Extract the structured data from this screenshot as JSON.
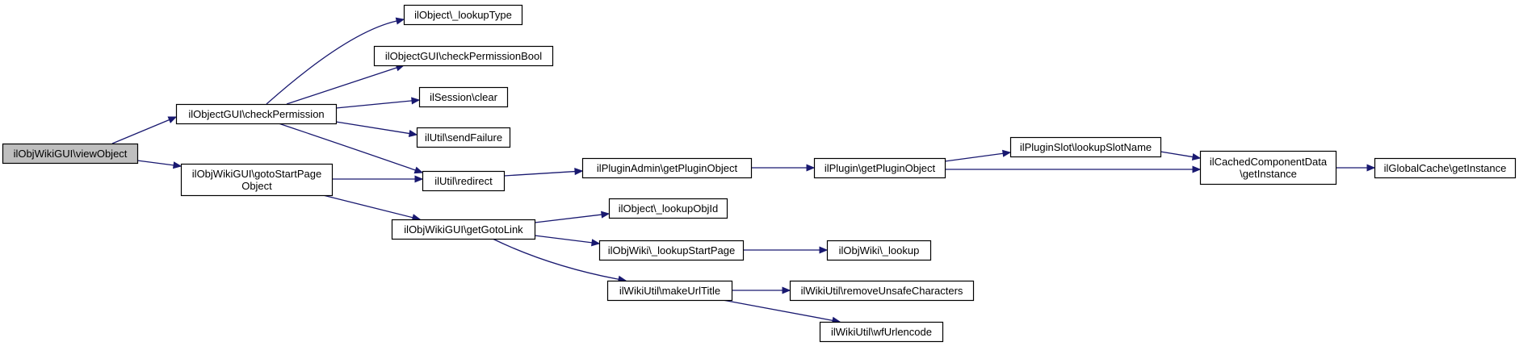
{
  "diagram": {
    "nodes": [
      {
        "id": "viewObject",
        "lines": [
          "ilObjWikiGUI\\viewObject"
        ],
        "highlighted": true
      },
      {
        "id": "checkPermission",
        "lines": [
          "ilObjectGUI\\checkPermission"
        ]
      },
      {
        "id": "gotoStartPageObject",
        "lines": [
          "ilObjWikiGUI\\gotoStartPage",
          "Object"
        ]
      },
      {
        "id": "lookupType",
        "lines": [
          "ilObject\\_lookupType"
        ]
      },
      {
        "id": "checkPermissionBool",
        "lines": [
          "ilObjectGUI\\checkPermissionBool"
        ]
      },
      {
        "id": "sessionClear",
        "lines": [
          "ilSession\\clear"
        ]
      },
      {
        "id": "sendFailure",
        "lines": [
          "ilUtil\\sendFailure"
        ]
      },
      {
        "id": "redirect",
        "lines": [
          "ilUtil\\redirect"
        ]
      },
      {
        "id": "getGotoLink",
        "lines": [
          "ilObjWikiGUI\\getGotoLink"
        ]
      },
      {
        "id": "pluginAdminGetPluginObject",
        "lines": [
          "ilPluginAdmin\\getPluginObject"
        ]
      },
      {
        "id": "pluginGetPluginObject",
        "lines": [
          "ilPlugin\\getPluginObject"
        ]
      },
      {
        "id": "lookupSlotName",
        "lines": [
          "ilPluginSlot\\lookupSlotName"
        ]
      },
      {
        "id": "cachedGetInstance",
        "lines": [
          "ilCachedComponentData",
          "\\getInstance"
        ]
      },
      {
        "id": "globalCacheGetInstance",
        "lines": [
          "ilGlobalCache\\getInstance"
        ]
      },
      {
        "id": "lookupObjId",
        "lines": [
          "ilObject\\_lookupObjId"
        ]
      },
      {
        "id": "lookupStartPage",
        "lines": [
          "ilObjWiki\\_lookupStartPage"
        ]
      },
      {
        "id": "wikiLookup",
        "lines": [
          "ilObjWiki\\_lookup"
        ]
      },
      {
        "id": "makeUrlTitle",
        "lines": [
          "ilWikiUtil\\makeUrlTitle"
        ]
      },
      {
        "id": "removeUnsafeCharacters",
        "lines": [
          "ilWikiUtil\\removeUnsafeCharacters"
        ]
      },
      {
        "id": "wfUrlencode",
        "lines": [
          "ilWikiUtil\\wfUrlencode"
        ]
      }
    ],
    "edges": [
      {
        "from": "viewObject",
        "to": "checkPermission"
      },
      {
        "from": "viewObject",
        "to": "gotoStartPageObject"
      },
      {
        "from": "checkPermission",
        "to": "lookupType"
      },
      {
        "from": "checkPermission",
        "to": "checkPermissionBool"
      },
      {
        "from": "checkPermission",
        "to": "sessionClear"
      },
      {
        "from": "checkPermission",
        "to": "sendFailure"
      },
      {
        "from": "checkPermission",
        "to": "redirect"
      },
      {
        "from": "gotoStartPageObject",
        "to": "redirect"
      },
      {
        "from": "gotoStartPageObject",
        "to": "getGotoLink"
      },
      {
        "from": "redirect",
        "to": "pluginAdminGetPluginObject"
      },
      {
        "from": "pluginAdminGetPluginObject",
        "to": "pluginGetPluginObject"
      },
      {
        "from": "pluginGetPluginObject",
        "to": "lookupSlotName"
      },
      {
        "from": "pluginGetPluginObject",
        "to": "cachedGetInstance"
      },
      {
        "from": "lookupSlotName",
        "to": "cachedGetInstance"
      },
      {
        "from": "cachedGetInstance",
        "to": "globalCacheGetInstance"
      },
      {
        "from": "getGotoLink",
        "to": "lookupObjId"
      },
      {
        "from": "getGotoLink",
        "to": "lookupStartPage"
      },
      {
        "from": "getGotoLink",
        "to": "makeUrlTitle"
      },
      {
        "from": "lookupStartPage",
        "to": "wikiLookup"
      },
      {
        "from": "makeUrlTitle",
        "to": "removeUnsafeCharacters"
      },
      {
        "from": "makeUrlTitle",
        "to": "wfUrlencode"
      }
    ],
    "colors": {
      "edge": "#191970",
      "node_fill": "#ffffff",
      "highlight_fill": "#bfbfbf",
      "border": "#000000"
    }
  }
}
